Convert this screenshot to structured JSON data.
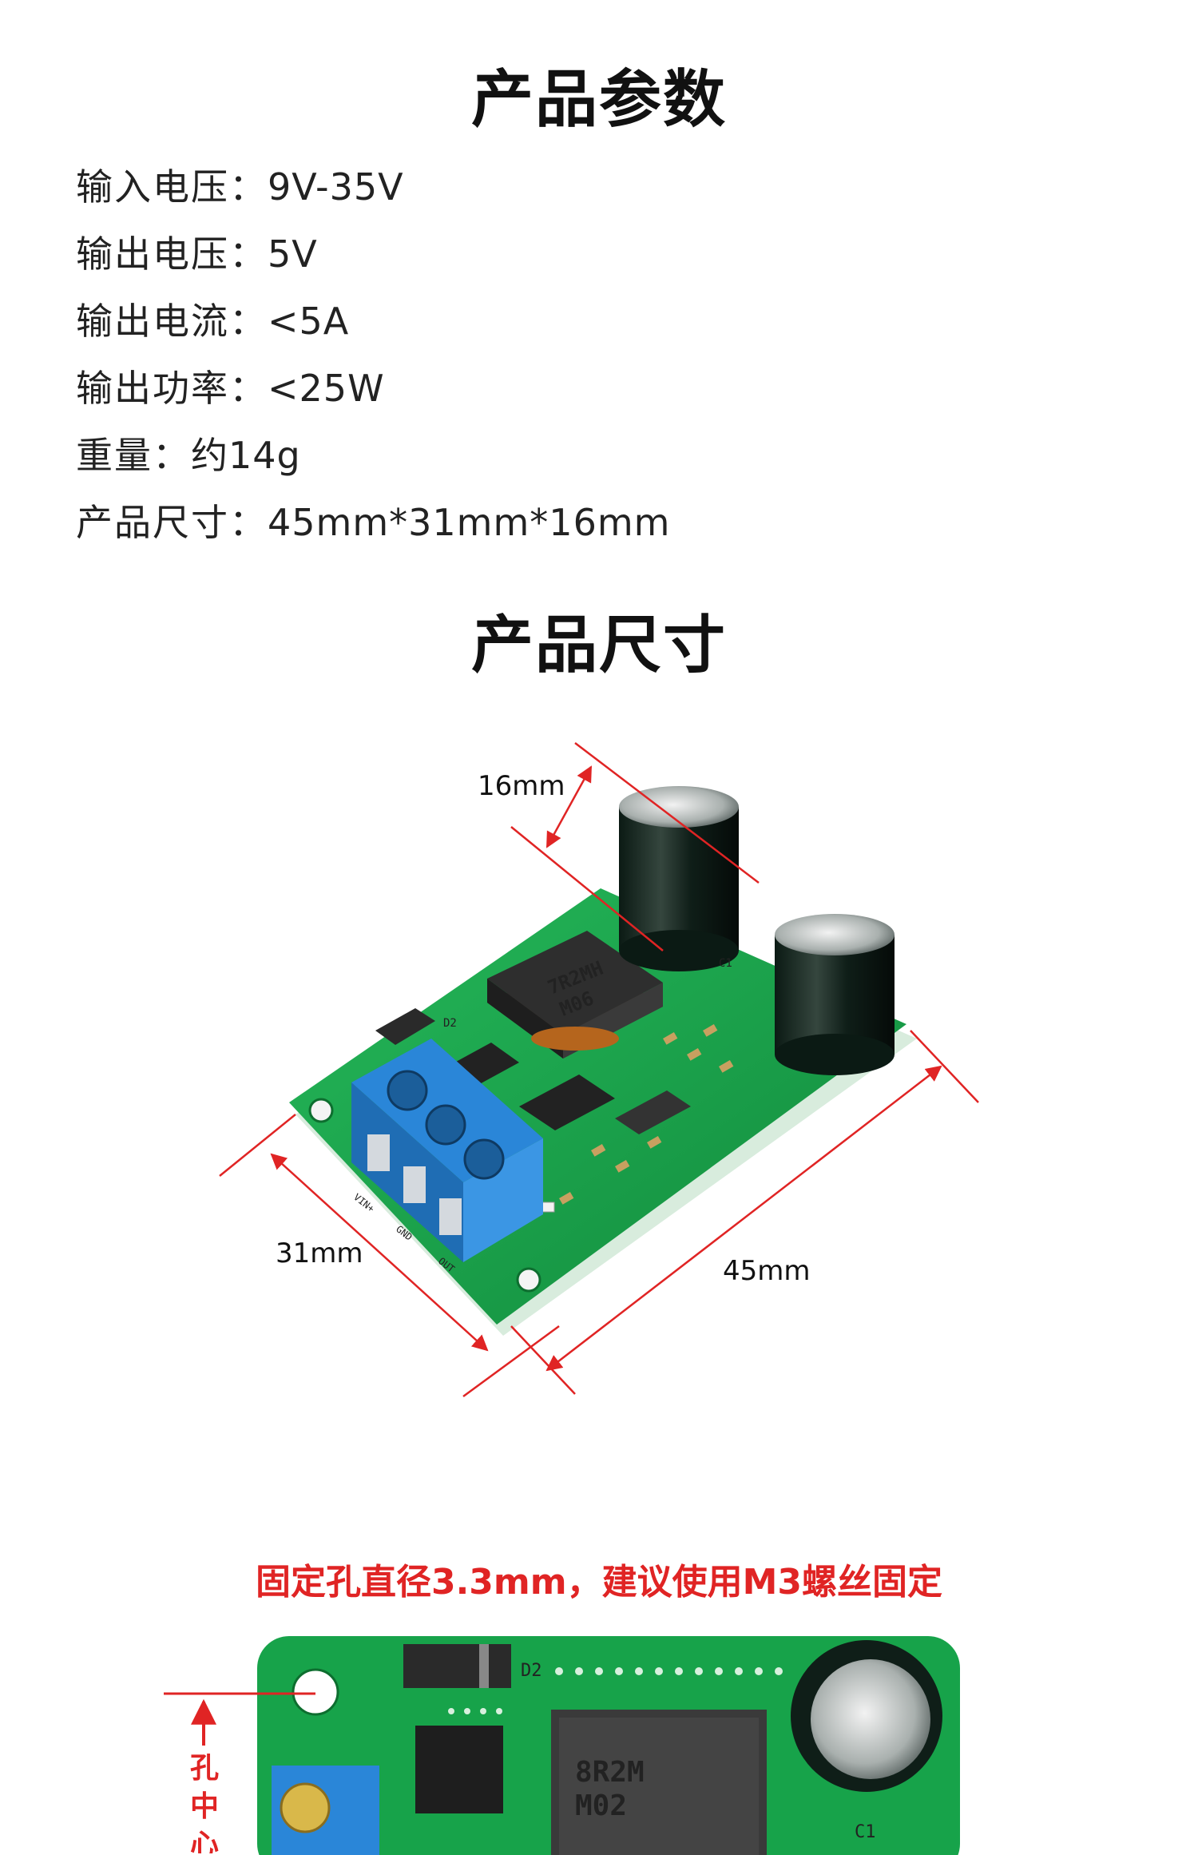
{
  "section_params": {
    "title": "产品参数"
  },
  "specs": [
    {
      "label": "输入电压：",
      "value": "9V-35V"
    },
    {
      "label": "输出电压：",
      "value": "5V"
    },
    {
      "label": "输出电流：",
      "value": "<5A"
    },
    {
      "label": "输出功率：",
      "value": "<25W"
    },
    {
      "label": "重量：",
      "value": "约14g"
    },
    {
      "label": "产品尺寸：",
      "value": "45mm*31mm*16mm"
    }
  ],
  "section_size": {
    "title": "产品尺寸"
  },
  "dimensions": {
    "height": "16mm",
    "width": "31mm",
    "length": "45mm"
  },
  "board_labels": {
    "inductor_top": "7R2MH",
    "inductor_bottom": "M06",
    "d2": "D2",
    "c1": "C1",
    "vin": "VIN+",
    "gnd": "GND",
    "out": "OUT"
  },
  "mounting": {
    "note": "固定孔直径3.3mm，建议使用M3螺丝固定",
    "inductor_top": "8R2M",
    "inductor_bottom": "M02",
    "d2": "D2",
    "c1": "C1",
    "hole_center_label": "孔中心"
  },
  "colors": {
    "pcb": "#17a34a",
    "terminal": "#2a86d8",
    "dimension": "#e02424",
    "title": "#111111"
  }
}
